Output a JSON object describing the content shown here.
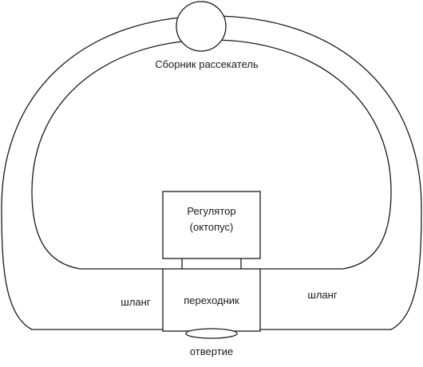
{
  "diagram": {
    "labels": {
      "collector": "Сборник рассекатель",
      "regulator_line1": "Регулятор",
      "regulator_line2": "(октопус)",
      "adapter": "переходник",
      "hose_left": "шланг",
      "hose_right": "шланг",
      "hole": "отвертие"
    },
    "colors": {
      "line": "#1a1a1a",
      "background": "#ffffff"
    }
  }
}
